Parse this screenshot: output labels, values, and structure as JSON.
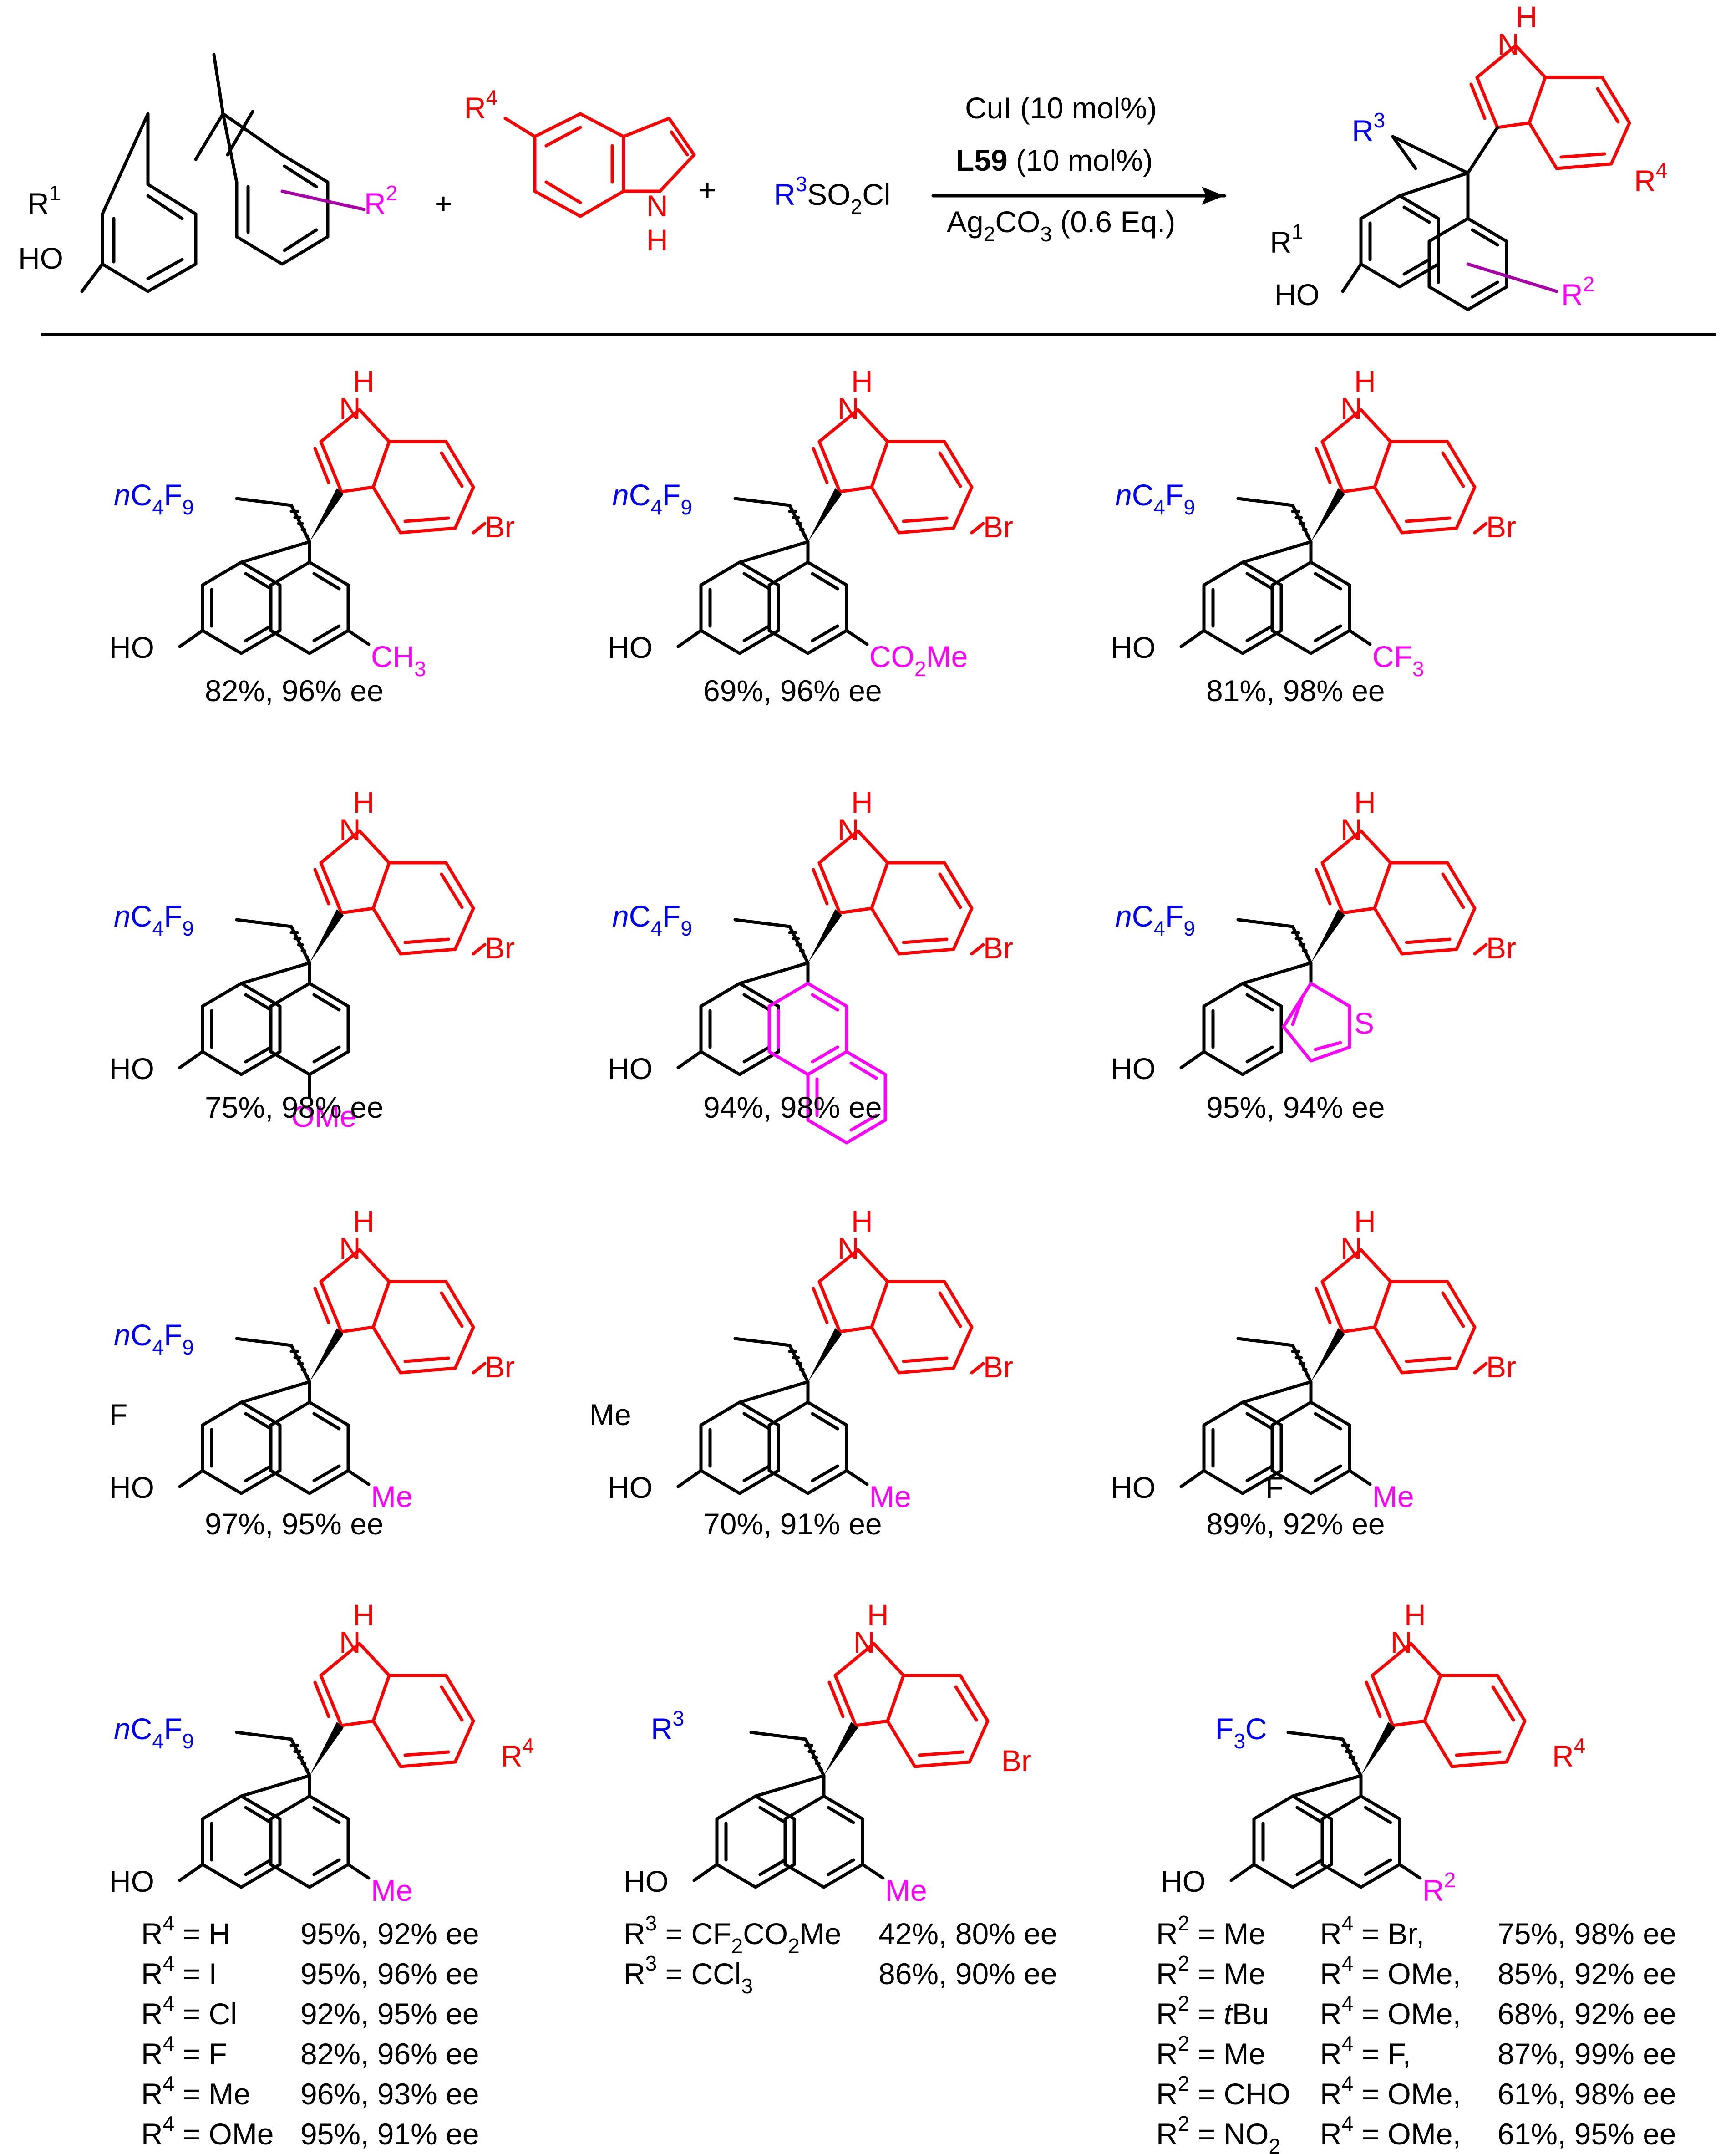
{
  "colors": {
    "indole": "#ff0000",
    "aryl": "#ff00ff",
    "sulfonyl": "#0000ff",
    "bond": "#000000",
    "background": "#ffffff"
  },
  "scheme": {
    "reactant1": {
      "r1": "R",
      "r1_sup": "1",
      "ho": "HO",
      "r2": "R",
      "r2_sup": "2"
    },
    "plus_1": "+",
    "reactant2": {
      "r4": "R",
      "r4_sup": "4",
      "nh_n": "N",
      "nh_h": "H"
    },
    "plus_2": "+",
    "reactant3": {
      "r": "R",
      "r_sup": "3",
      "so": "SO",
      "so_sub": "2",
      "cl": "Cl"
    },
    "conditions": {
      "line1": "CuI (10 mol%)",
      "ligand": "L59",
      "line2_rest": " (10 mol%)",
      "line3_a": "Ag",
      "line3_sub1": "2",
      "line3_b": "CO",
      "line3_sub2": "3",
      "line3_c": " (0.6 Eq.)"
    },
    "product": {
      "r3": "R",
      "r3_sup": "3",
      "r1": "R",
      "r1_sup": "1",
      "ho": "HO",
      "r2": "R",
      "r2_sup": "2",
      "r4": "R",
      "r4_sup": "4",
      "nh": "H",
      "n": "N"
    }
  },
  "examples": [
    {
      "yield": "82%, 96% ee",
      "para_sub": "CH",
      "para_sub_sub": "3",
      "br": "Br"
    },
    {
      "yield": "69%, 96% ee",
      "para_sub": "CO",
      "para_sub_sub": "2",
      "para_sub_tail": "Me",
      "br": "Br"
    },
    {
      "yield": "81%, 98% ee",
      "para_sub": "CF",
      "para_sub_sub": "3",
      "br": "Br"
    },
    {
      "yield": "75%, 98% ee",
      "meta_sub": "OMe",
      "br": "Br"
    },
    {
      "yield": "94%, 98% ee",
      "br": "Br"
    },
    {
      "yield": "95%, 94% ee",
      "s": "S",
      "br": "Br"
    },
    {
      "yield": "97%, 95% ee",
      "f": "F",
      "me": "Me",
      "br": "Br"
    },
    {
      "yield": "70%, 91% ee",
      "me_ring": "Me",
      "me": "Me",
      "br": "Br"
    },
    {
      "yield": "89%, 92% ee",
      "f": "F",
      "me": "Me",
      "br": "Br"
    }
  ],
  "labels": {
    "nc4f9": {
      "n": "n",
      "c": "C",
      "s4": "4",
      "f": "F",
      "s9": "9"
    },
    "c4f9n": {
      "c": "C",
      "s4": "4",
      "f": "F",
      "s9": "9",
      "n": "n"
    },
    "f3c": {
      "f": "F",
      "s3": "3",
      "c": "C"
    },
    "ho": "HO",
    "nh_n": "N",
    "nh_h": "H"
  },
  "row4": {
    "col1": {
      "r4": "R",
      "r4_sup": "4",
      "me": "Me",
      "list": [
        {
          "lhs": "R",
          "sup": "4",
          "val": " = H",
          "result": "95%, 92% ee"
        },
        {
          "lhs": "R",
          "sup": "4",
          "val": " = I",
          "result": "95%, 96% ee"
        },
        {
          "lhs": "R",
          "sup": "4",
          "val": " = Cl",
          "result": "92%, 95% ee"
        },
        {
          "lhs": "R",
          "sup": "4",
          "val": " = F",
          "result": "82%, 96% ee"
        },
        {
          "lhs": "R",
          "sup": "4",
          "val": " = Me",
          "result": "96%, 93% ee"
        },
        {
          "lhs": "R",
          "sup": "4",
          "val": " = OMe",
          "result": "95%, 91% ee"
        }
      ]
    },
    "col2": {
      "r3": "R",
      "r3_sup": "3",
      "me": "Me",
      "br": "Br",
      "list": [
        {
          "lhs": "R",
          "sup": "3",
          "a": " = CF",
          "sub1": "2",
          "b": "CO",
          "sub2": "2",
          "c": "Me",
          "result": "42%, 80% ee"
        },
        {
          "lhs": "R",
          "sup": "3",
          "a": " = CCl",
          "sub1": "3",
          "result": "86%, 90% ee"
        }
      ]
    },
    "col3": {
      "r2": "R",
      "r2_sup": "2",
      "r4": "R",
      "r4_sup": "4",
      "list": [
        {
          "r2": "R",
          "s2": "2",
          "v2": " = Me",
          "r4": "R",
          "s4": "4",
          "v4": " = Br,",
          "result": "75%, 98% ee"
        },
        {
          "r2": "R",
          "s2": "2",
          "v2": " = Me",
          "r4": "R",
          "s4": "4",
          "v4": " = OMe,",
          "result": "85%, 92% ee"
        },
        {
          "r2": "R",
          "s2": "2",
          "v2a": " = ",
          "v2i": "t",
          "v2b": "Bu",
          "r4": "R",
          "s4": "4",
          "v4": " = OMe,",
          "result": "68%, 92% ee"
        },
        {
          "r2": "R",
          "s2": "2",
          "v2": " = Me",
          "r4": "R",
          "s4": "4",
          "v4": " = F,",
          "result": "87%, 99% ee"
        },
        {
          "r2": "R",
          "s2": "2",
          "v2": " = CHO",
          "r4": "R",
          "s4": "4",
          "v4": " = OMe,",
          "result": "61%, 98% ee"
        },
        {
          "r2": "R",
          "s2": "2",
          "v2a": " = NO",
          "v2sub": "2",
          "r4": "R",
          "s4": "4",
          "v4": " = OMe,",
          "result": "61%, 95% ee"
        }
      ]
    }
  }
}
